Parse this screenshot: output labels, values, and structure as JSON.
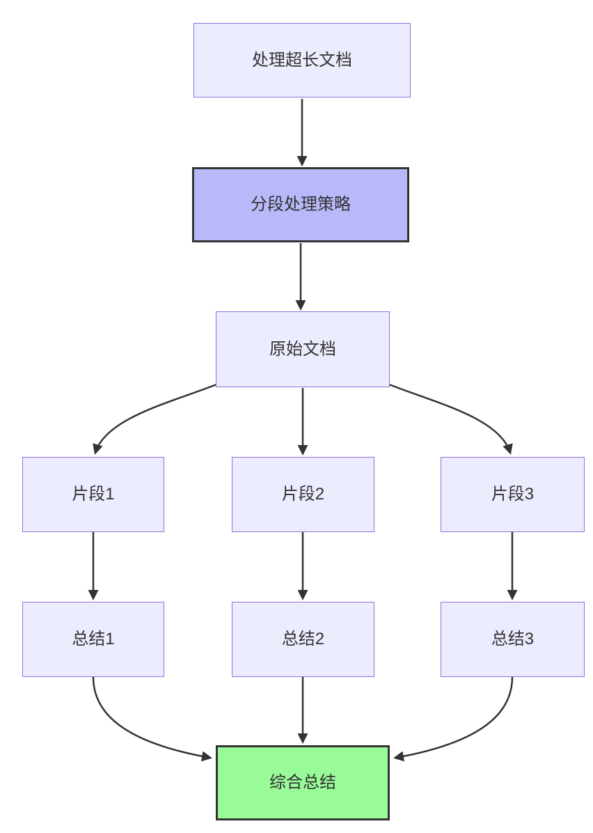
{
  "diagram": {
    "type": "flowchart",
    "direction": "top-down",
    "background": "#FFFFFF",
    "nodes": [
      {
        "label": "处理超长文档",
        "style": "default"
      },
      {
        "label": "分段处理策略",
        "style": "highlight"
      },
      {
        "label": "原始文档",
        "style": "default"
      },
      {
        "label": "片段1",
        "style": "default"
      },
      {
        "label": "片段2",
        "style": "default"
      },
      {
        "label": "片段3",
        "style": "default"
      },
      {
        "label": "总结1",
        "style": "default"
      },
      {
        "label": "总结2",
        "style": "default"
      },
      {
        "label": "总结3",
        "style": "default"
      },
      {
        "label": "综合总结",
        "style": "success"
      }
    ],
    "edges": [
      {
        "from": "处理超长文档",
        "to": "分段处理策略"
      },
      {
        "from": "分段处理策略",
        "to": "原始文档"
      },
      {
        "from": "原始文档",
        "to": "片段1"
      },
      {
        "from": "原始文档",
        "to": "片段2"
      },
      {
        "from": "原始文档",
        "to": "片段3"
      },
      {
        "from": "片段1",
        "to": "总结1"
      },
      {
        "from": "片段2",
        "to": "总结2"
      },
      {
        "from": "片段3",
        "to": "总结3"
      },
      {
        "from": "总结1",
        "to": "综合总结"
      },
      {
        "from": "总结2",
        "to": "综合总结"
      },
      {
        "from": "总结3",
        "to": "综合总结"
      }
    ],
    "colors": {
      "node_fill": "#ECECFF",
      "node_border": "#9370DB",
      "highlight_fill": "#B9B9FA",
      "highlight_border": "#333333",
      "success_fill": "#98FB98",
      "success_border": "#333333",
      "edge": "#333333",
      "text": "#333333"
    }
  }
}
